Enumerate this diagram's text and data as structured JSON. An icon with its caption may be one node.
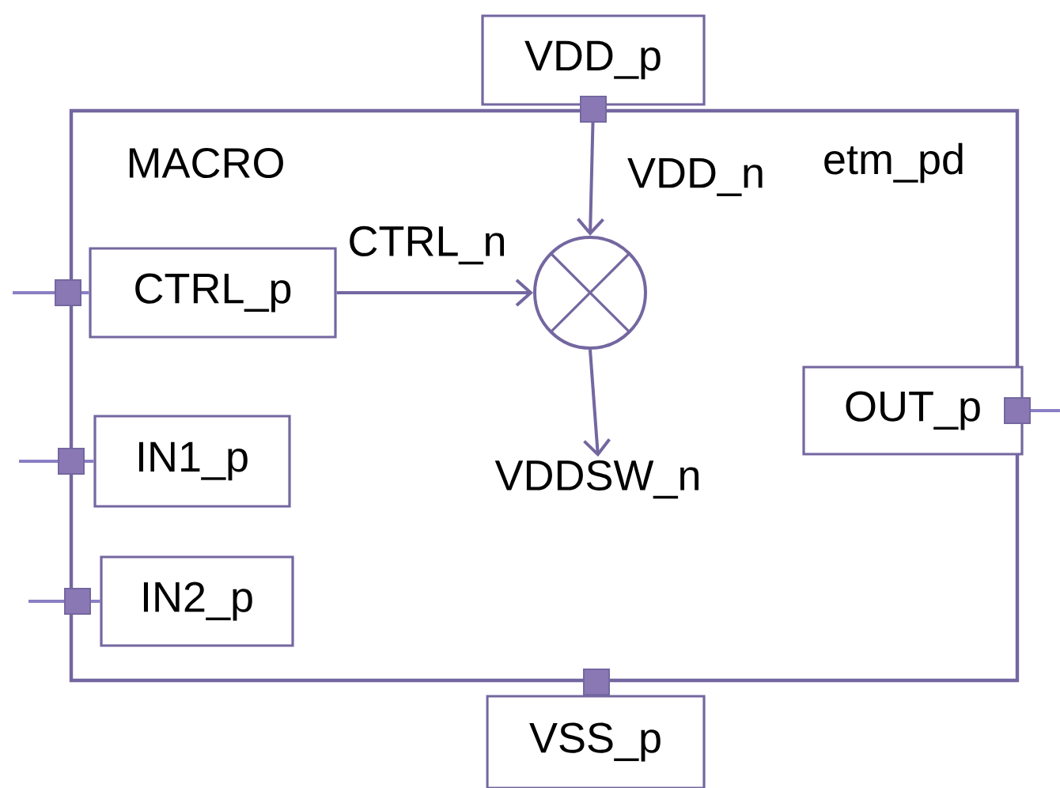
{
  "diagram": {
    "nodes": [
      {
        "text": [
          "MACRO",
          "etm_pd"
        ]
      },
      {
        "text": [
          "VDD_p"
        ]
      },
      {
        "text": [
          "CTRL_p"
        ],
        "in": 0
      },
      {
        "text": [],
        "shape": "circle",
        "in": 0
      },
      {
        "text": [
          "OUT_p"
        ],
        "in": 0
      },
      {
        "text": [
          "IN1_p"
        ],
        "in": 0
      },
      {
        "text": [
          "IN2_p"
        ],
        "in": 0
      },
      {
        "text": [
          "VSS_p"
        ]
      },
      {
        "text": [
          "VDDSW_n"
        ],
        "in": 0
      }
    ],
    "edges": [
      {
        "from": 1,
        "to": 3,
        "arrow": "to",
        "label": "VDD_n"
      },
      {
        "from": 2,
        "to": 3,
        "arrow": "to",
        "label": "CTRL_n"
      },
      {
        "from": 3,
        "to": 8,
        "arrow": "to"
      },
      {
        "from": null,
        "to": 2,
        "arrow": "none"
      },
      {
        "from": 4,
        "to": null,
        "arrow": "none"
      },
      {
        "from": null,
        "to": 5,
        "arrow": "none"
      },
      {
        "from": null,
        "to": 6,
        "arrow": "none"
      }
    ]
  }
}
